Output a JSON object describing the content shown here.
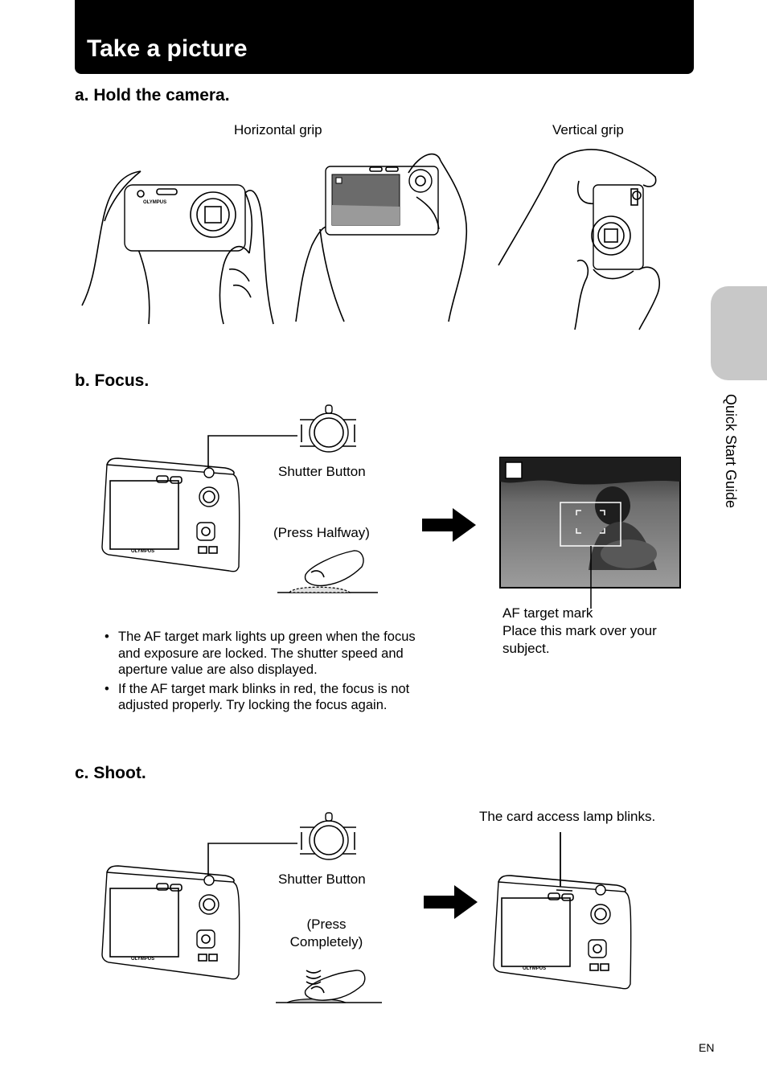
{
  "header": {
    "title": "Take a picture"
  },
  "sidebar_tab": {
    "label": "Quick Start Guide"
  },
  "section_a": {
    "heading": "a.  Hold the camera.",
    "horizontal_grip": "Horizontal grip",
    "vertical_grip": "Vertical grip",
    "camera_brand": "OLYMPUS"
  },
  "section_b": {
    "heading": "b.  Focus.",
    "shutter_button": "Shutter Button",
    "press_halfway": "(Press Halfway)",
    "af_target_mark": "AF target mark",
    "af_instruction_line1": "Place this mark over your",
    "af_instruction_line2": "subject.",
    "notes": [
      "The AF target mark lights up green when the focus and exposure are locked. The shutter speed and aperture value are also displayed.",
      "If the AF target mark blinks in red, the focus is not adjusted properly. Try locking the focus again."
    ]
  },
  "section_c": {
    "heading": "c.  Shoot.",
    "shutter_button": "Shutter Button",
    "press_completely_line1": "(Press",
    "press_completely_line2": "Completely)",
    "card_access_lamp": "The card access lamp blinks."
  },
  "footer": {
    "language_code": "EN"
  },
  "icons": {
    "arrow": "right-arrow-icon",
    "camera": "camera-icon",
    "hand": "hand-icon",
    "shutter_dial": "shutter-dial-icon"
  }
}
